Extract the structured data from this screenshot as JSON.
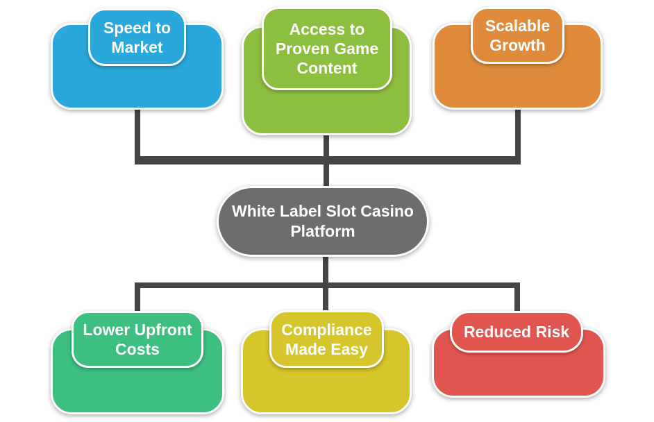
{
  "diagram": {
    "title": "White Label Slot Casino Platform",
    "background_color": "#FFFFFF",
    "connector_color": "#454545",
    "center_node": {
      "id": "platform",
      "label": "White Label Slot Casino\nPlatform",
      "color": "#6D6D6D",
      "text_color": "#FFFFFF"
    },
    "top_nodes": [
      {
        "id": "speed-to-market",
        "label": "Speed to\nMarket",
        "color": "#2AA7DB",
        "text_color": "#FFFFFF"
      },
      {
        "id": "access-to-proven-game-content",
        "label": "Access to\nProven Game\nContent",
        "color": "#8CBE3F",
        "text_color": "#FFFFFF"
      },
      {
        "id": "scalable-growth",
        "label": "Scalable\nGrowth",
        "color": "#DF8B3B",
        "text_color": "#FFFFFF"
      }
    ],
    "bottom_nodes": [
      {
        "id": "lower-upfront-costs",
        "label": "Lower Upfront\nCosts",
        "color": "#3DBF80",
        "text_color": "#FFFFFF"
      },
      {
        "id": "compliance-made-easy",
        "label": "Compliance\nMade Easy",
        "color": "#D6C52B",
        "text_color": "#FFFFFF"
      },
      {
        "id": "reduced-risk",
        "label": "Reduced Risk",
        "color": "#E15551",
        "text_color": "#FFFFFF"
      }
    ]
  }
}
